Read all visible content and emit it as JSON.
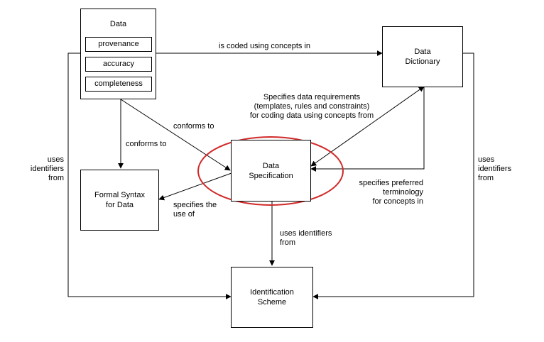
{
  "nodes": {
    "data": {
      "title": "Data",
      "attributes": [
        "provenance",
        "accuracy",
        "completeness"
      ]
    },
    "data_dictionary": "Data\nDictionary",
    "data_specification": "Data\nSpecification",
    "formal_syntax": "Formal Syntax\nfor Data",
    "identification_scheme": "Identification\nScheme"
  },
  "edges": {
    "coded_using": "is coded using concepts in",
    "specifies_requirements": "Specifies data requirements\n(templates, rules and constraints)\nfor coding data using concepts from",
    "conforms_to_spec": "conforms to",
    "conforms_to_syntax": "conforms to",
    "uses_identifiers_left": "uses\nidentifiers\nfrom",
    "uses_identifiers_right": "uses\nidentifiers\nfrom",
    "specifies_terminology": "specifies preferred\nterminology\nfor concepts in",
    "specifies_use_of": "specifies the\nuse of",
    "uses_identifiers_center": "uses identifiers\nfrom"
  },
  "colors": {
    "line": "#000000",
    "highlight": "#d12a2a",
    "background": "#ffffff"
  }
}
